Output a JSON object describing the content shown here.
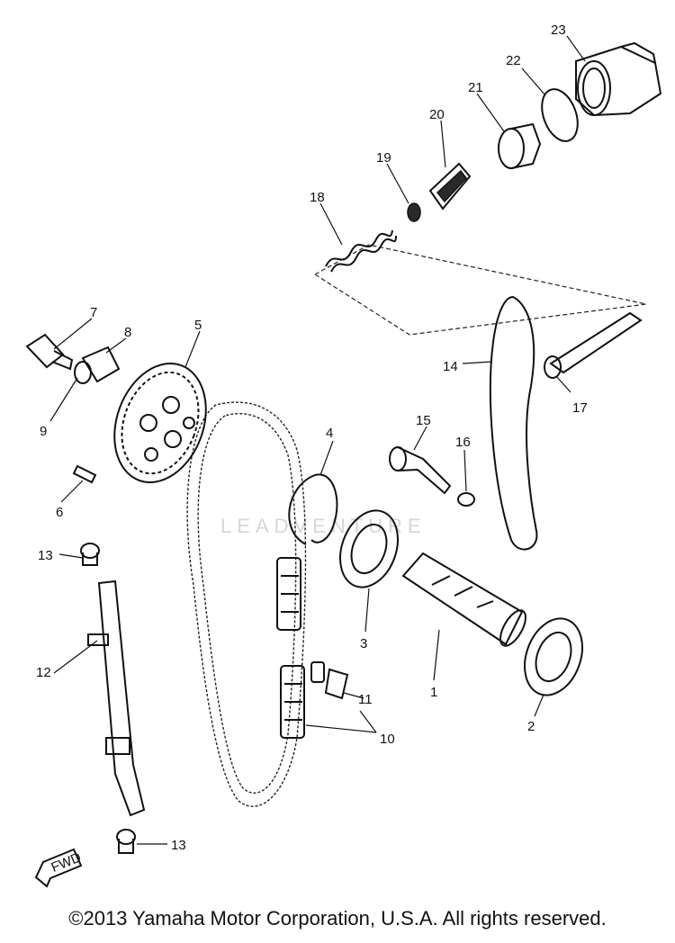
{
  "diagram": {
    "callouts": {
      "p1": "1",
      "p2": "2",
      "p3": "3",
      "p4": "4",
      "p5": "5",
      "p6": "6",
      "p7": "7",
      "p8": "8",
      "p9": "9",
      "p10": "10",
      "p11": "11",
      "p12": "12",
      "p13a": "13",
      "p13b": "13",
      "p14": "14",
      "p15": "15",
      "p16": "16",
      "p17": "17",
      "p18": "18",
      "p19": "19",
      "p20": "20",
      "p21": "21",
      "p22": "22",
      "p23": "23"
    },
    "fwd_label": "FWD",
    "watermark": "LEADVENTURE"
  },
  "footer": {
    "copyright": "©2013 Yamaha Motor Corporation, U.S.A. All rights reserved."
  }
}
